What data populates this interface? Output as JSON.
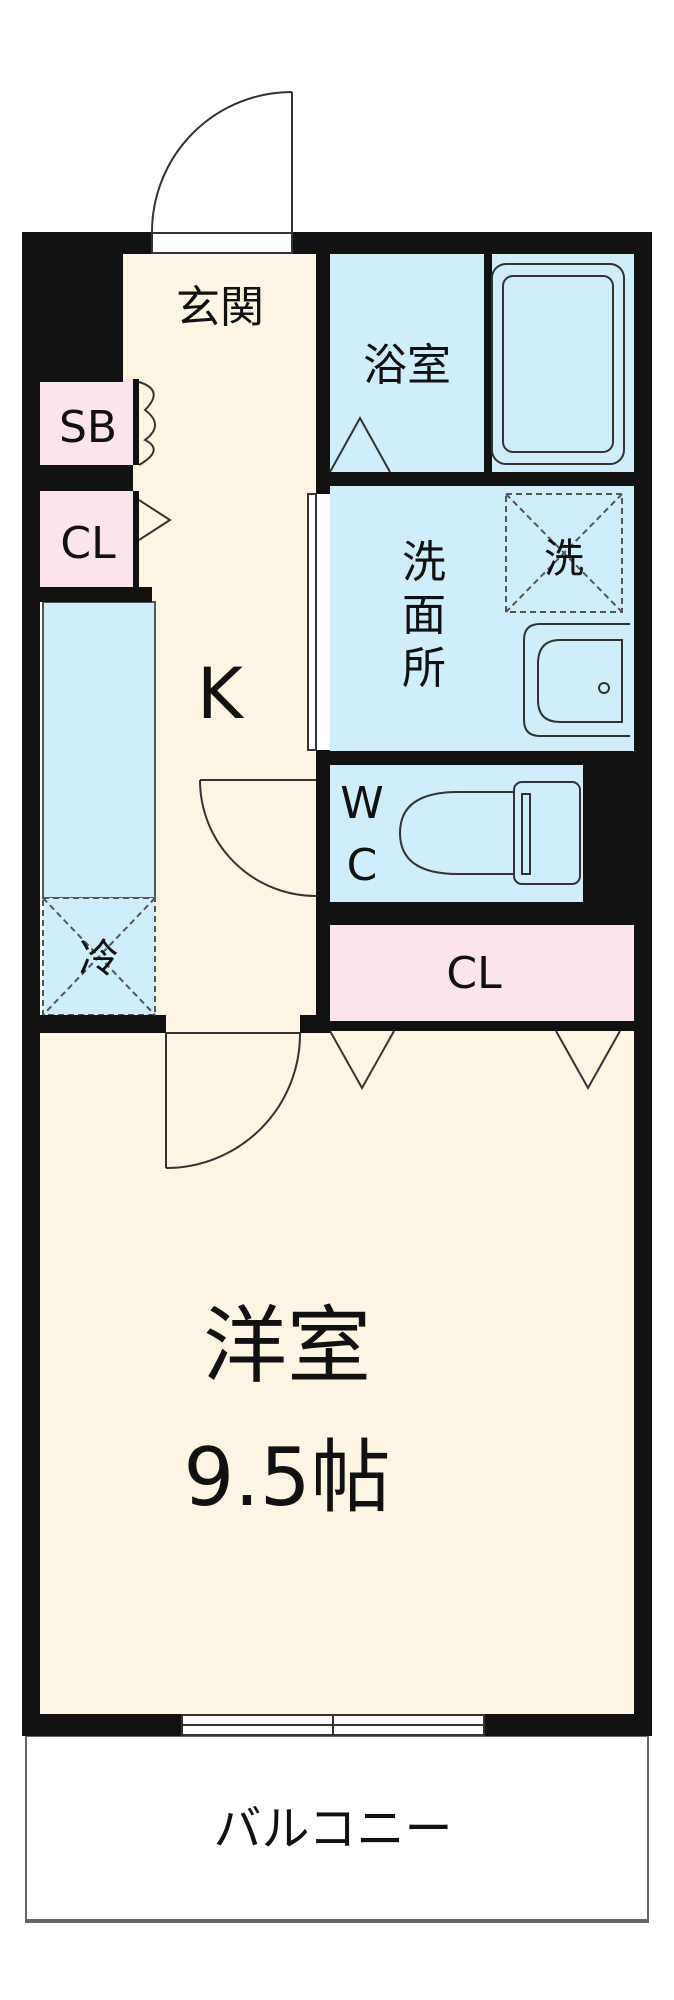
{
  "rooms": {
    "entrance": "玄関",
    "bath": "浴室",
    "shoe_box": "SB",
    "closet_small": "CL",
    "kitchen": "K",
    "washroom": [
      "洗",
      "面",
      "所"
    ],
    "washer": "洗",
    "toilet": [
      "W",
      "C"
    ],
    "fridge": "冷",
    "closet_large": "CL",
    "western_room": "洋室",
    "western_room_size": "9.5帖",
    "balcony": "バルコニー"
  },
  "colors": {
    "wall": "#111111",
    "floor": "#fdf5e4",
    "wet_area": "#cfeefa",
    "closet": "#fbe4ec",
    "line": "#333333"
  }
}
